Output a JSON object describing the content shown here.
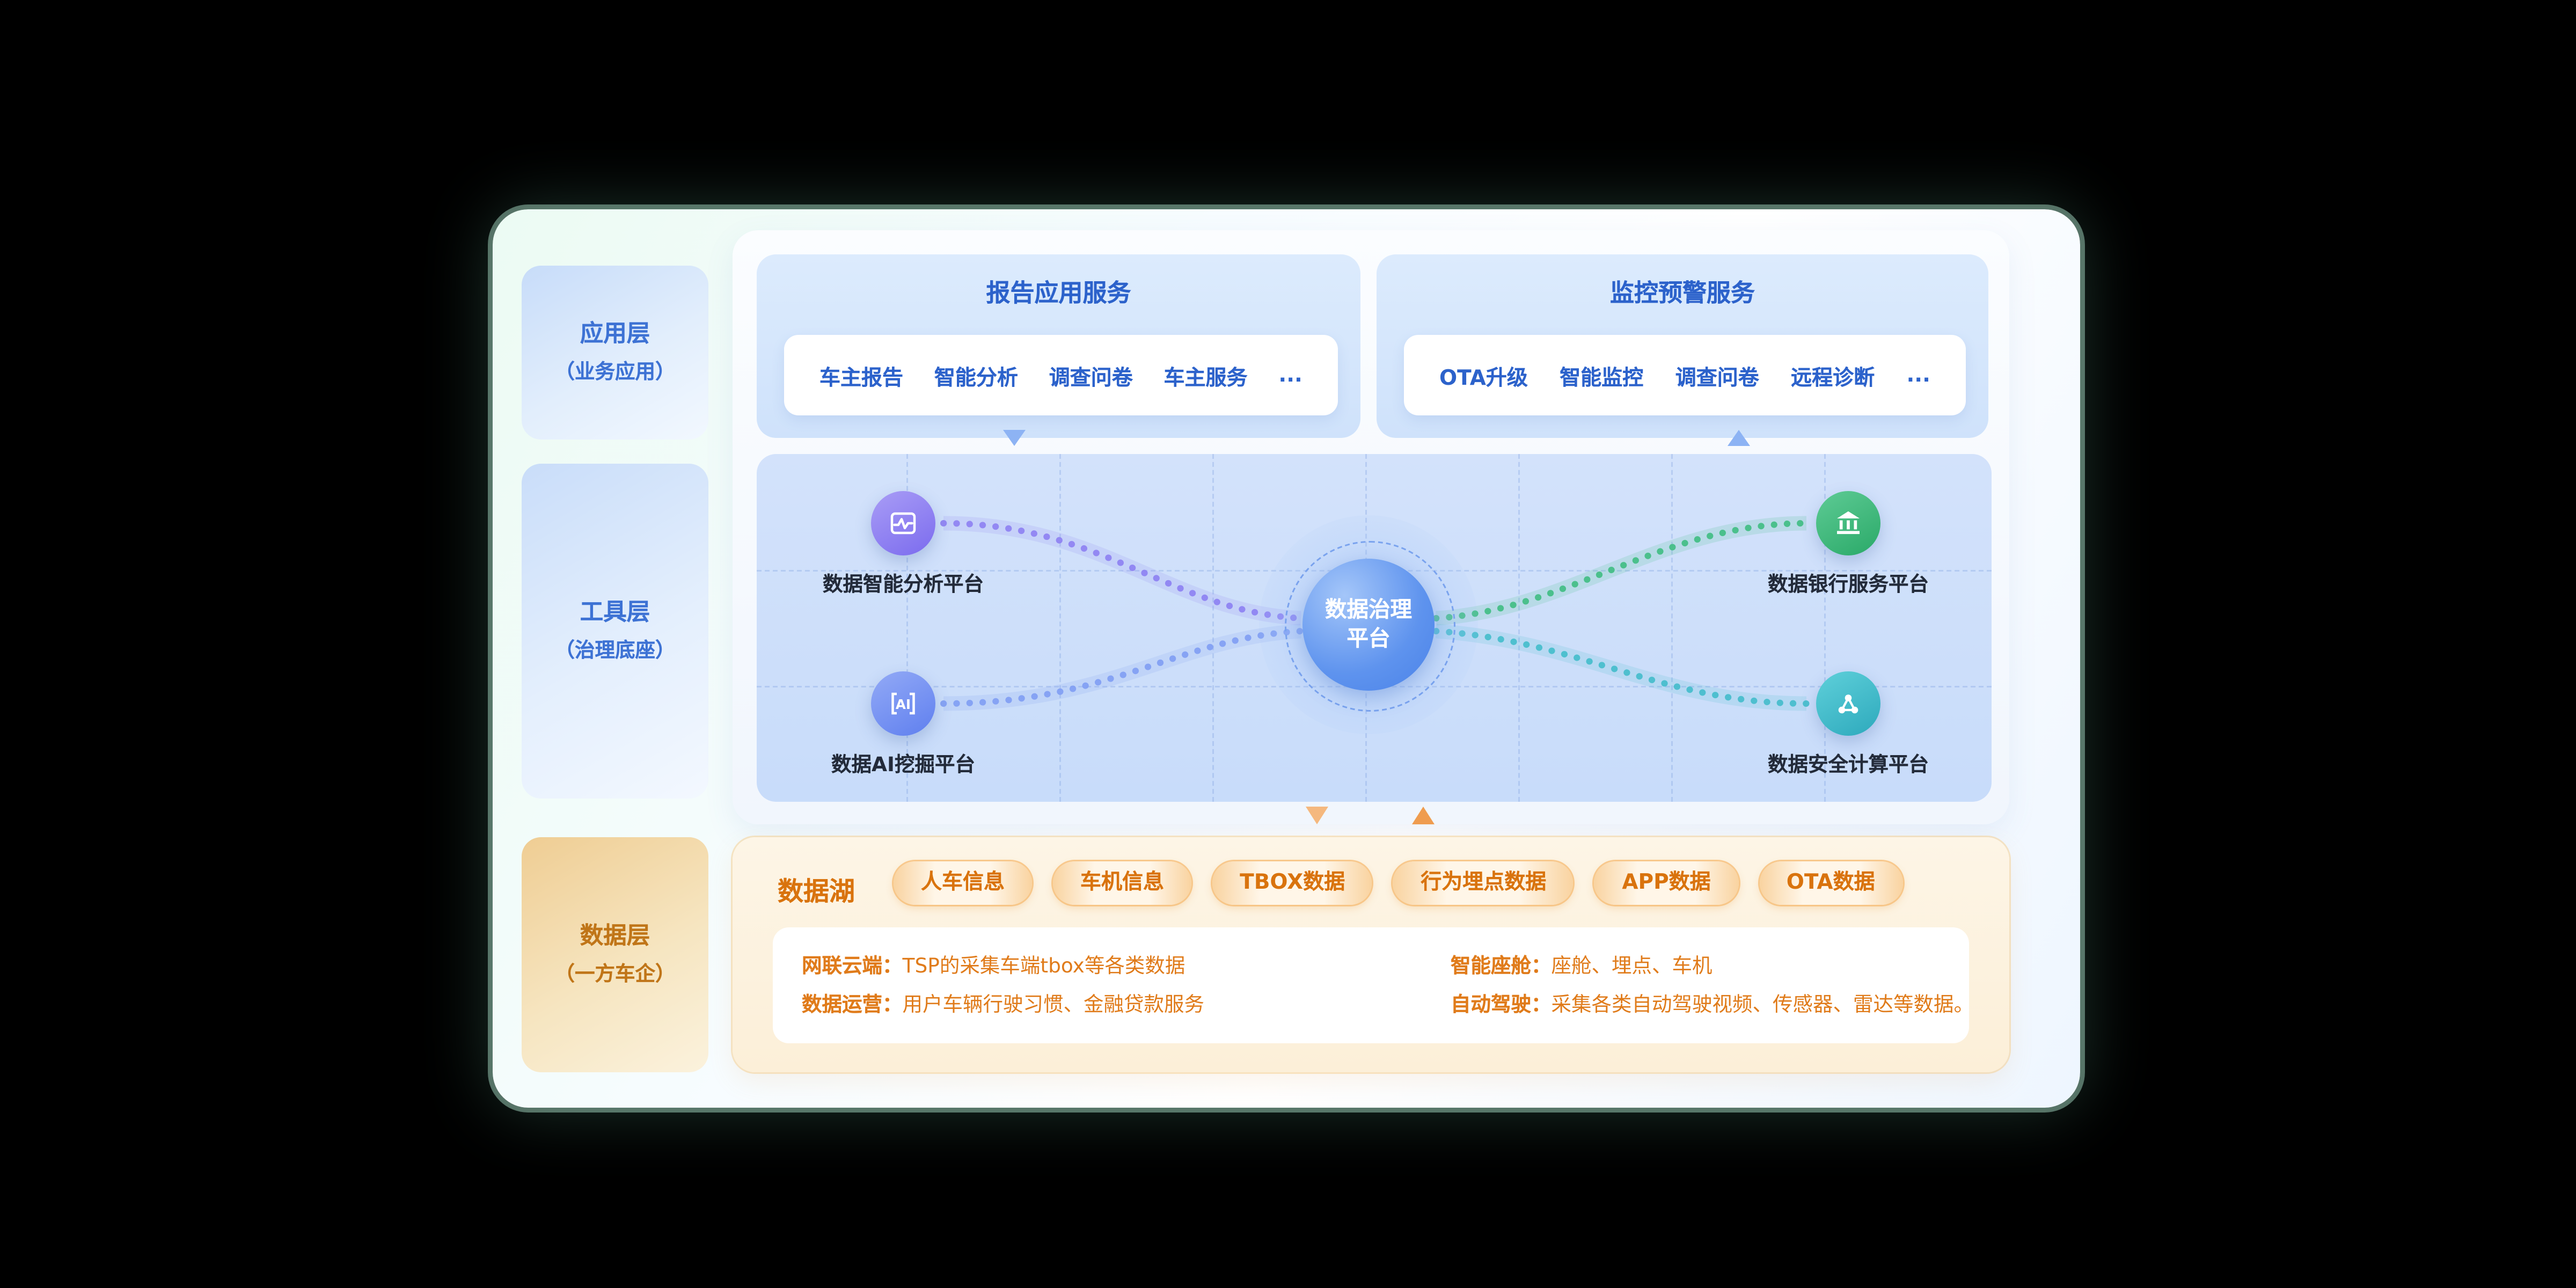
{
  "colors": {
    "accent_blue": "#2c62cb",
    "accent_orange": "#d9730d",
    "panel_blue": "#cfe2fb",
    "governance_blue": "#c8dcfa",
    "lake_cream": "#fcefd8",
    "platform_analysis": "#7b6bee",
    "platform_ai": "#5f7fef",
    "platform_bank": "#2aa968",
    "platform_secure": "#2da9bc"
  },
  "layers": [
    {
      "title": "应用层",
      "subtitle": "（业务应用）"
    },
    {
      "title": "工具层",
      "subtitle": "（治理底座）"
    },
    {
      "title": "数据层",
      "subtitle": "（一方车企）"
    }
  ],
  "services": {
    "report": {
      "title": "报告应用服务",
      "items": [
        "车主报告",
        "智能分析",
        "调查问卷",
        "车主服务",
        "..."
      ]
    },
    "monitor": {
      "title": "监控预警服务",
      "items": [
        "OTA升级",
        "智能监控",
        "调查问卷",
        "远程诊断",
        "..."
      ]
    }
  },
  "governance": {
    "center": {
      "line1": "数据治理",
      "line2": "平台"
    },
    "platforms": [
      {
        "label": "数据智能分析平台",
        "icon": "wave-chart-icon",
        "color": "#7b6bee"
      },
      {
        "label": "数据AI挖掘平台",
        "icon": "ai-badge-icon",
        "color": "#5f7fef"
      },
      {
        "label": "数据银行服务平台",
        "icon": "bank-icon",
        "color": "#2aa968"
      },
      {
        "label": "数据安全计算平台",
        "icon": "network-nodes-icon",
        "color": "#2da9bc"
      }
    ]
  },
  "datalake": {
    "title": "数据湖",
    "pills": [
      "人车信息",
      "车机信息",
      "TBOX数据",
      "行为埋点数据",
      "APP数据",
      "OTA数据"
    ],
    "details": [
      {
        "label": "网联云端：",
        "text": "TSP的采集车端tbox等各类数据"
      },
      {
        "label": "数据运营：",
        "text": "用户车辆行驶习惯、金融贷款服务"
      },
      {
        "label": "智能座舱：",
        "text": "座舱、埋点、车机"
      },
      {
        "label": "自动驾驶：",
        "text": "采集各类自动驾驶视频、传感器、雷达等数据。"
      }
    ]
  }
}
